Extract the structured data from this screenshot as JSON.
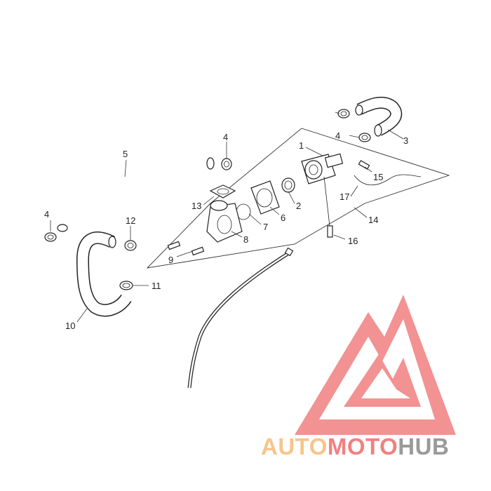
{
  "diagram": {
    "callouts": [
      {
        "id": "c1",
        "label": "1"
      },
      {
        "id": "c2",
        "label": "2"
      },
      {
        "id": "c3",
        "label": "3"
      },
      {
        "id": "c4a",
        "label": "4"
      },
      {
        "id": "c4b",
        "label": "4"
      },
      {
        "id": "c4c",
        "label": "4"
      },
      {
        "id": "c5",
        "label": "5"
      },
      {
        "id": "c6",
        "label": "6"
      },
      {
        "id": "c7",
        "label": "7"
      },
      {
        "id": "c8",
        "label": "8"
      },
      {
        "id": "c9",
        "label": "9"
      },
      {
        "id": "c10",
        "label": "10"
      },
      {
        "id": "c11",
        "label": "11"
      },
      {
        "id": "c12",
        "label": "12"
      },
      {
        "id": "c13",
        "label": "13"
      },
      {
        "id": "c14",
        "label": "14"
      },
      {
        "id": "c15",
        "label": "15"
      },
      {
        "id": "c16",
        "label": "16"
      },
      {
        "id": "c17",
        "label": "17"
      }
    ]
  },
  "watermark": {
    "brand_part1": "AUTO",
    "brand_part2": "MOTO",
    "brand_part3": "HUB",
    "colors": {
      "triangle": "#f08080",
      "auto": "#f5c58a",
      "moto": "#f08080",
      "hub": "#9a9a9a"
    }
  }
}
